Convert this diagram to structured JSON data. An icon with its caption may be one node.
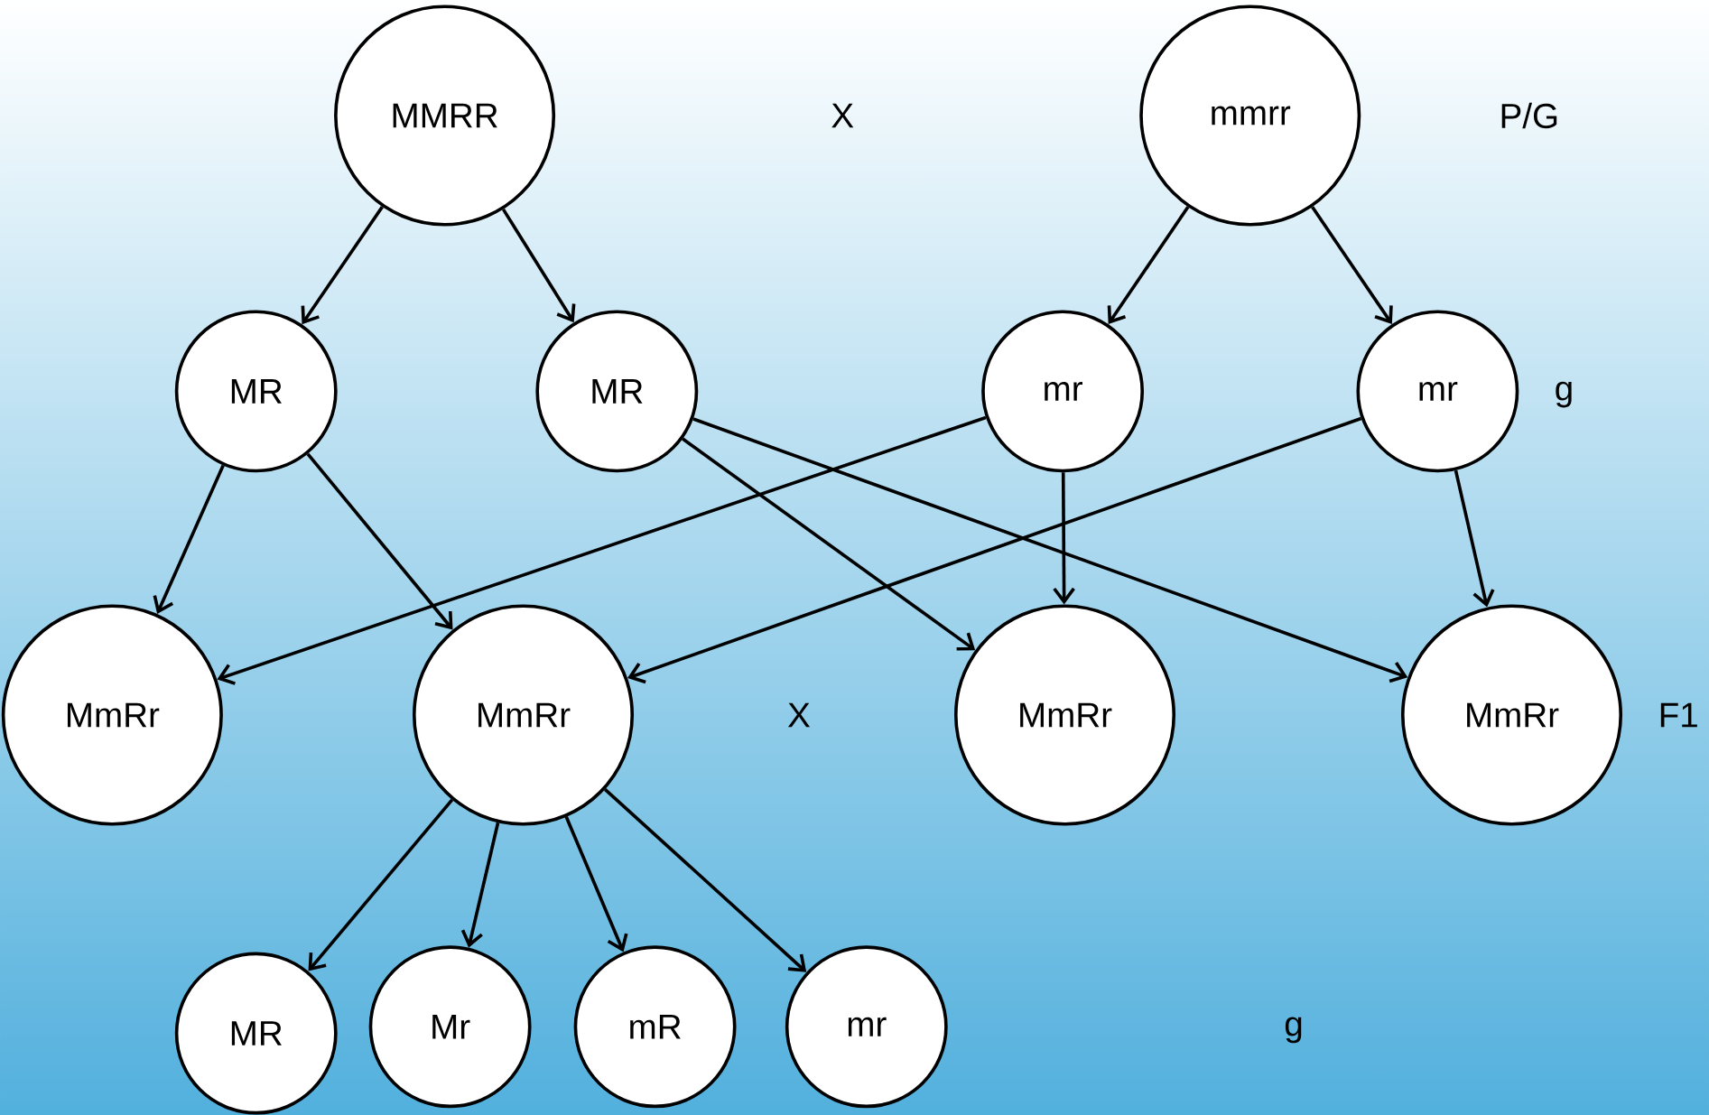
{
  "diagram": {
    "nodes": [
      {
        "text": [
          "MMRR"
        ]
      },
      {
        "text": [
          "mmrr"
        ]
      },
      {
        "text": [
          "MR"
        ]
      },
      {
        "text": [
          "MR"
        ]
      },
      {
        "text": [
          "mr"
        ]
      },
      {
        "text": [
          "mr"
        ]
      },
      {
        "text": [
          "MmRr"
        ]
      },
      {
        "text": [
          "MmRr"
        ]
      },
      {
        "text": [
          "MmRr"
        ]
      },
      {
        "text": [
          "MmRr"
        ]
      },
      {
        "text": [
          "MR"
        ]
      },
      {
        "text": [
          "Mr"
        ]
      },
      {
        "text": [
          "mR"
        ]
      },
      {
        "text": [
          "mr"
        ]
      }
    ],
    "edges": [
      {
        "from": 0,
        "to": 2,
        "arrow": "to"
      },
      {
        "from": 0,
        "to": 3,
        "arrow": "to"
      },
      {
        "from": 1,
        "to": 4,
        "arrow": "to"
      },
      {
        "from": 1,
        "to": 5,
        "arrow": "to"
      },
      {
        "from": 2,
        "to": 6,
        "arrow": "to"
      },
      {
        "from": 2,
        "to": 7,
        "arrow": "to"
      },
      {
        "from": 3,
        "to": 8,
        "arrow": "to"
      },
      {
        "from": 3,
        "to": 9,
        "arrow": "to"
      },
      {
        "from": 4,
        "to": 6,
        "arrow": "to"
      },
      {
        "from": 4,
        "to": 8,
        "arrow": "to"
      },
      {
        "from": 5,
        "to": 7,
        "arrow": "to"
      },
      {
        "from": 5,
        "to": 9,
        "arrow": "to"
      },
      {
        "from": 7,
        "to": 10,
        "arrow": "to"
      },
      {
        "from": 7,
        "to": 11,
        "arrow": "to"
      },
      {
        "from": 7,
        "to": 12,
        "arrow": "to"
      },
      {
        "from": 7,
        "to": 13,
        "arrow": "to"
      }
    ],
    "labels": [
      "X",
      "P/G",
      "g",
      "X",
      "F1",
      "g"
    ]
  }
}
